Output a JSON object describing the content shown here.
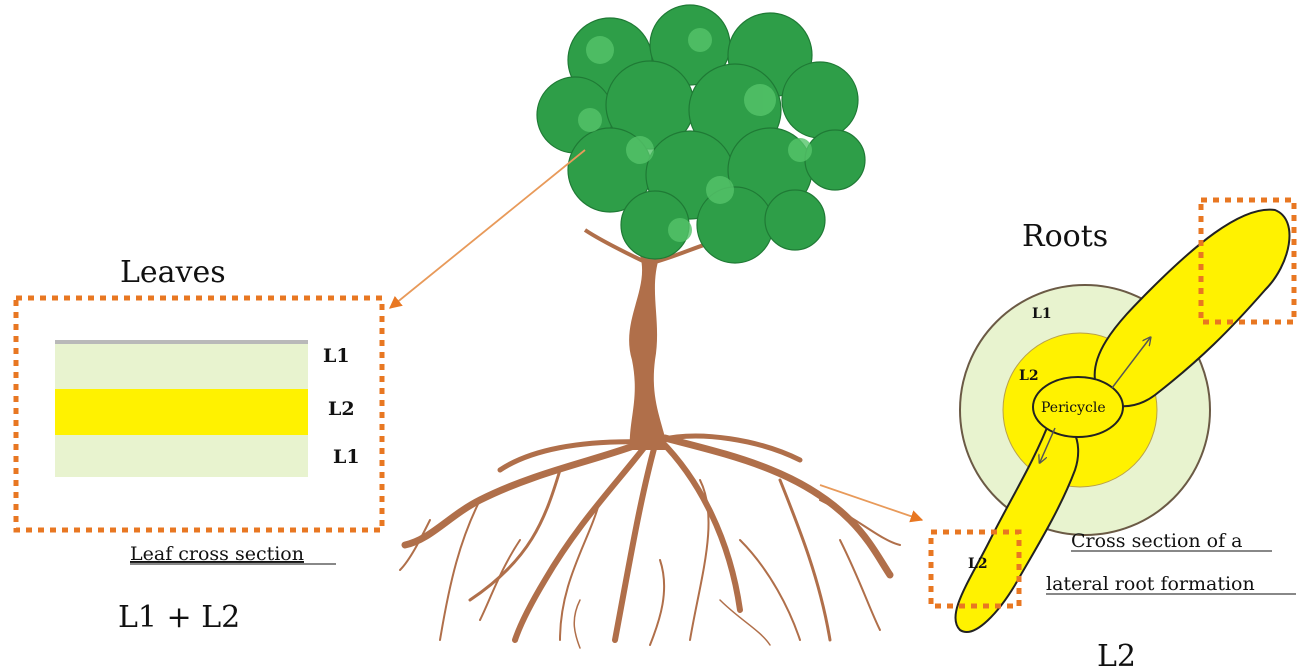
{
  "leaves": {
    "title": "Leaves",
    "layer_top": "L1",
    "layer_mid": "L2",
    "layer_bottom": "L1",
    "caption": "Leaf cross section",
    "contribution": "L1 + L2"
  },
  "roots": {
    "title": "Roots",
    "label_l1": "L1",
    "label_l2_inner": "L2",
    "label_pericycle": "Pericycle",
    "label_l2_tip": "L2",
    "caption_line1": "Cross section of a",
    "caption_line2": "lateral root formation",
    "contribution": "L2"
  },
  "colors": {
    "foliage": "#2e9e48",
    "trunk": "#b06f4a",
    "layer_l1": "#e8f3cf",
    "layer_l2": "#fff200",
    "highlight_box": "#e87722",
    "arrow": "#e89a5a"
  }
}
